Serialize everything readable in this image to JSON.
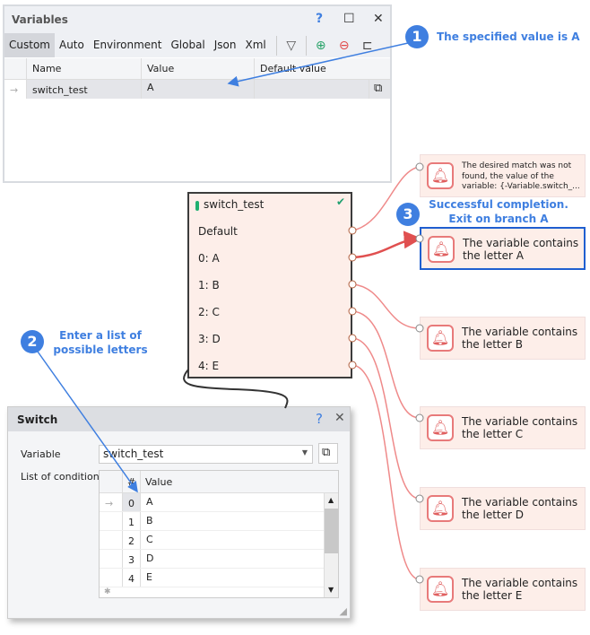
{
  "variables_window": {
    "title": "Variables",
    "help": "?",
    "maximize": "☐",
    "close": "✕",
    "tabs": [
      "Custom",
      "Auto",
      "Environment",
      "Global",
      "Json",
      "Xml"
    ],
    "active_tab": "Custom",
    "columns": [
      "Name",
      "Value",
      "Default value"
    ],
    "rows": [
      {
        "name": "switch_test",
        "value": "A",
        "default": ""
      }
    ]
  },
  "node": {
    "title": "switch_test",
    "branches": [
      "Default",
      "0: A",
      "1: B",
      "2: C",
      "3: D",
      "4: E"
    ]
  },
  "actions": [
    {
      "text": "The desired match was not found, the value of the variable: {-Variable.switch_..."
    },
    {
      "text": "The variable contains the letter A",
      "selected": true
    },
    {
      "text": "The variable contains the letter B"
    },
    {
      "text": "The variable contains the letter C"
    },
    {
      "text": "The variable contains the letter D"
    },
    {
      "text": "The variable contains the letter E"
    }
  ],
  "annotations": [
    {
      "number": "1",
      "text": "The specified value is A"
    },
    {
      "number": "2",
      "line1": "Enter a list of",
      "line2": "possible letters"
    },
    {
      "number": "3",
      "line1": "Successful completion.",
      "line2": "Exit on branch A"
    }
  ],
  "switch_window": {
    "title": "Switch",
    "help": "?",
    "close": "✕",
    "variable_label": "Variable",
    "variable_value": "switch_test",
    "conditions_label": "List of conditions",
    "columns": [
      "#",
      "Value"
    ],
    "rows": [
      {
        "n": "0",
        "v": "A"
      },
      {
        "n": "1",
        "v": "B"
      },
      {
        "n": "2",
        "v": "C"
      },
      {
        "n": "3",
        "v": "D"
      },
      {
        "n": "4",
        "v": "E"
      }
    ]
  },
  "colors": {
    "accent": "#3f7fe0",
    "connector": "#e87a7a",
    "selection": "#1f5fd0",
    "node_bg": "#fdeee9"
  }
}
